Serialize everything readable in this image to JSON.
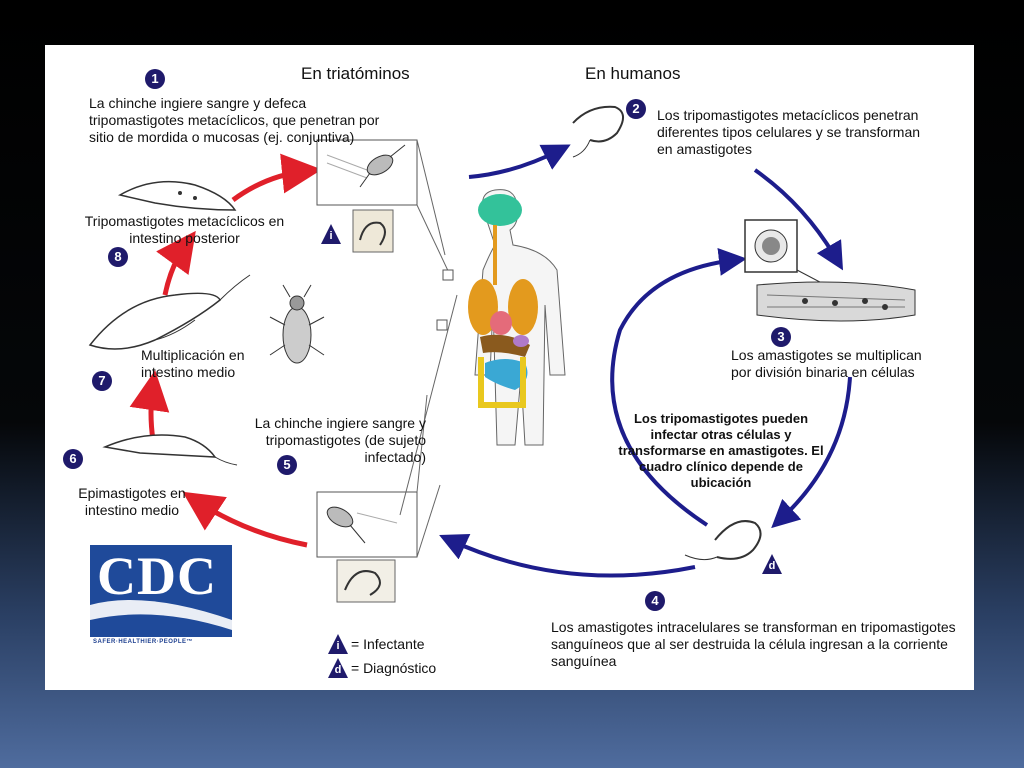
{
  "headers": {
    "vector": "En triatóminos",
    "human": "En humanos"
  },
  "steps": [
    {
      "n": "1",
      "text": "La chinche ingiere sangre y defeca tripomastigotes metacíclicos, que penetran por sitio de mordida o mucosas (ej. conjuntiva)"
    },
    {
      "n": "2",
      "text": "Los tripomastigotes metacíclicos penetran diferentes tipos celulares y se transforman en amastigotes"
    },
    {
      "n": "3",
      "text": "Los amastigotes se multiplican por división binaria en células"
    },
    {
      "n": "4",
      "text": "Los amastigotes intracelulares se transforman en tripomastigotes sanguíneos que al ser destruida la célula ingresan a la corriente sanguínea"
    },
    {
      "n": "5",
      "text": "La chinche ingiere sangre y tripomastigotes (de sujeto infectado)"
    },
    {
      "n": "6",
      "text": "Epimastigotes en intestino medio"
    },
    {
      "n": "7",
      "text": "Multiplicación en intestino medio"
    },
    {
      "n": "8",
      "text": "Tripomastigotes metacíclicos en intestino posterior"
    }
  ],
  "center_note": "Los tripomastigotes pueden infectar otras células y transformarse en amastigotes. El cuadro clínico depende de ubicación",
  "markers": {
    "infective": "i",
    "diagnostic": "d"
  },
  "legend": {
    "infective_label": "= Infectante",
    "diagnostic_label": "= Diagnóstico"
  },
  "logo": {
    "text": "CDC",
    "tagline": "SAFER·HEALTHIER·PEOPLE™"
  },
  "colors": {
    "step_badge": "#1f1a6b",
    "vector_arrow": "#e0202a",
    "human_arrow": "#1d1d8c",
    "logo_blue": "#1f4a9a"
  }
}
